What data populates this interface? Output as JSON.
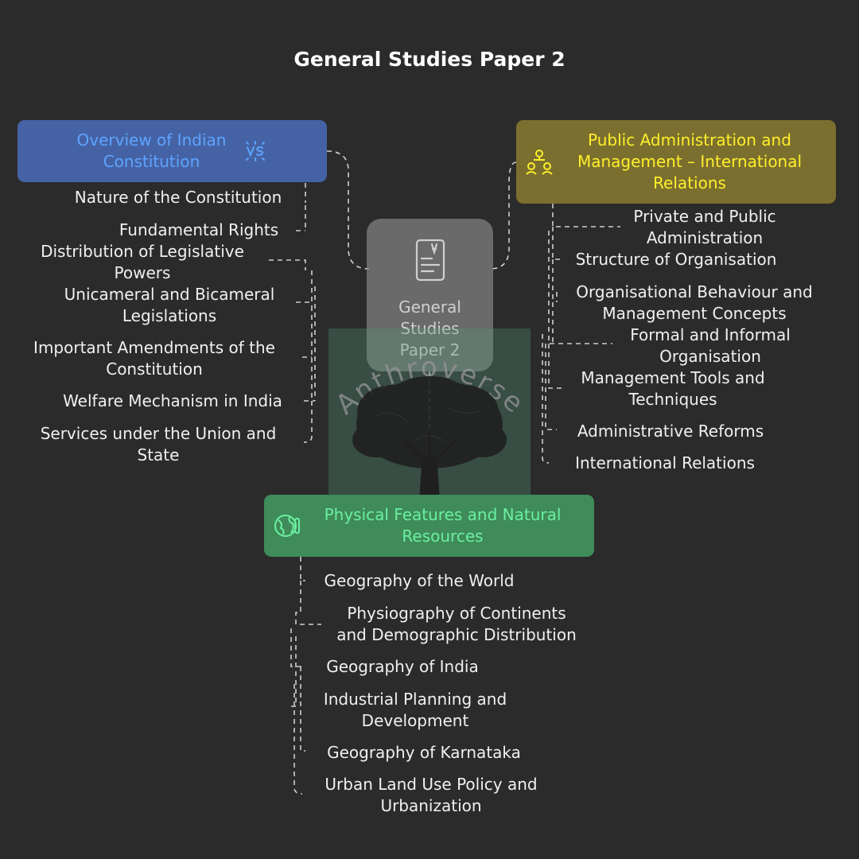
{
  "title": "General Studies Paper 2",
  "center": {
    "label_lines": [
      "General",
      "Studies",
      "Paper 2"
    ],
    "icon": "document-icon"
  },
  "branches": {
    "constitution": {
      "title_lines": [
        "Overview of Indian",
        "Constitution"
      ],
      "icon": "versus-icon",
      "color": "#4563a4",
      "text_color": "#5ea3ff",
      "items": [
        [
          "Nature of the Constitution"
        ],
        [
          "Fundamental Rights"
        ],
        [
          "Distribution of Legislative",
          "Powers"
        ],
        [
          "Unicameral and Bicameral",
          "Legislations"
        ],
        [
          "Important Amendments of the",
          "Constitution"
        ],
        [
          "Welfare Mechanism in India"
        ],
        [
          "Services under the Union and",
          "State"
        ]
      ]
    },
    "public_admin": {
      "title_lines": [
        "Public Administration and",
        "Management – International",
        "Relations"
      ],
      "icon": "team-icon",
      "color": "#7a6f2e",
      "text_color": "#ffef2d",
      "items": [
        [
          "Private and Public",
          "Administration"
        ],
        [
          "Structure of Organisation"
        ],
        [
          "Organisational Behaviour and",
          "Management Concepts"
        ],
        [
          "Formal and Informal",
          "Organisation"
        ],
        [
          "Management Tools and",
          "Techniques"
        ],
        [
          "Administrative Reforms"
        ],
        [
          "International Relations"
        ]
      ]
    },
    "geography": {
      "title_lines": [
        "Physical Features and Natural",
        "Resources"
      ],
      "icon": "globe-icon",
      "color": "#3f8b5a",
      "text_color": "#6bf0a0",
      "items": [
        [
          "Geography of the World"
        ],
        [
          "Physiography of Continents",
          "and Demographic Distribution"
        ],
        [
          "Geography of India"
        ],
        [
          "Industrial Planning and",
          "Development"
        ],
        [
          "Geography of Karnataka"
        ],
        [
          "Urban Land Use Policy and",
          "Urbanization"
        ]
      ]
    }
  },
  "watermark": {
    "text": "Anthroverse",
    "icon": "tree-icon"
  }
}
